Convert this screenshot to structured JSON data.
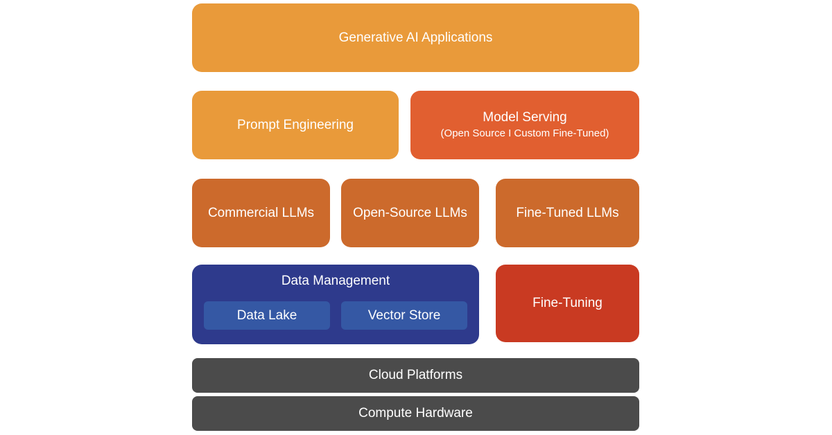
{
  "diagram": {
    "colors": {
      "applications": "#e99a3a",
      "model_serving": "#e15f30",
      "llms": "#cc6a2c",
      "fine_tuning": "#c93a22",
      "data_management": "#2e3a8c",
      "data_store": "#3558a4",
      "infrastructure": "#4b4b4b"
    },
    "layers": {
      "applications": {
        "label": "Generative AI Applications"
      },
      "prompt_engineering": {
        "label": "Prompt Engineering"
      },
      "model_serving": {
        "label": "Model Serving",
        "sublabel": "(Open Source I Custom Fine-Tuned)"
      },
      "llms": [
        {
          "label": "Commercial LLMs"
        },
        {
          "label": "Open-Source LLMs"
        },
        {
          "label": "Fine-Tuned LLMs"
        }
      ],
      "data_management": {
        "label": "Data Management",
        "stores": [
          {
            "label": "Data Lake"
          },
          {
            "label": "Vector Store"
          }
        ]
      },
      "fine_tuning": {
        "label": "Fine-Tuning"
      },
      "cloud_platforms": {
        "label": "Cloud Platforms"
      },
      "compute_hardware": {
        "label": "Compute Hardware"
      }
    }
  }
}
